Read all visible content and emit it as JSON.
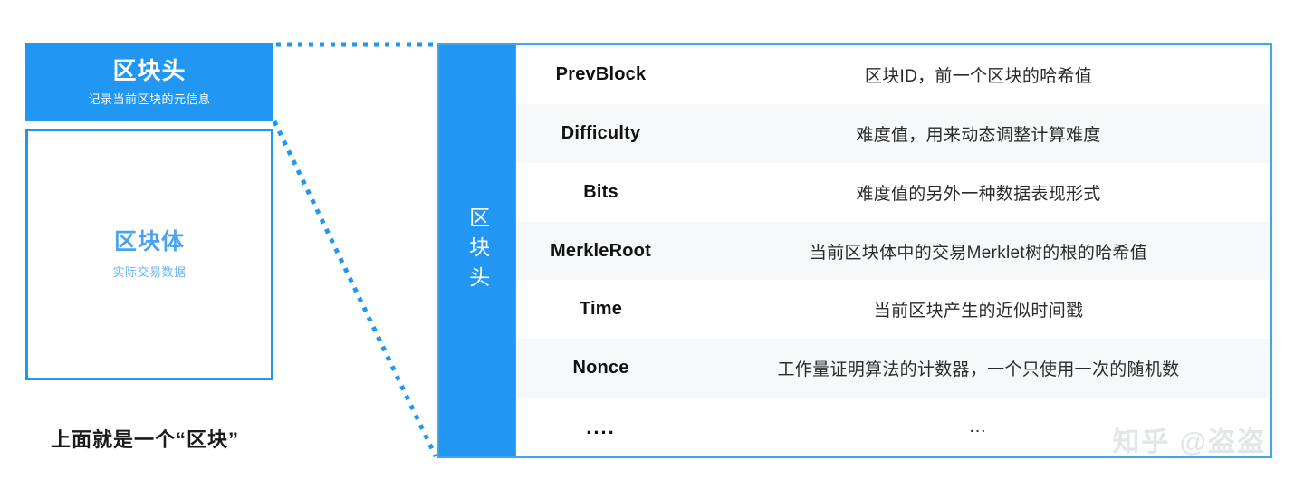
{
  "diagram": {
    "block": {
      "header_title": "区块头",
      "header_subtitle": "记录当前区块的元信息",
      "body_title": "区块体",
      "body_subtitle": "实际交易数据"
    },
    "caption": "上面就是一个“区块”",
    "detail": {
      "strip_label": "区块头",
      "rows": [
        {
          "name": "PrevBlock",
          "desc": "区块ID，前一个区块的哈希值"
        },
        {
          "name": "Difficulty",
          "desc": "难度值，用来动态调整计算难度"
        },
        {
          "name": "Bits",
          "desc": "难度值的另外一种数据表现形式"
        },
        {
          "name": "MerkleRoot",
          "desc": "当前区块体中的交易Merklet树的根的哈希值"
        },
        {
          "name": "Time",
          "desc": "当前区块产生的近似时间戳"
        },
        {
          "name": "Nonce",
          "desc": "工作量证明算法的计数器，一个只使用一次的随机数"
        },
        {
          "name": "....",
          "desc": "…"
        }
      ]
    },
    "watermark": "知乎 @盗盗",
    "colors": {
      "brand_blue": "#2196f3",
      "border_blue": "#3fa9e8",
      "body_title_blue": "#4aa3f0",
      "body_sub_blue": "#6cb6f2",
      "row_alt_bg": "#f7f8f9",
      "divider": "#a8cfe8",
      "text_dark": "#1a1a1a",
      "watermark_gray": "#e3e6e8"
    }
  }
}
